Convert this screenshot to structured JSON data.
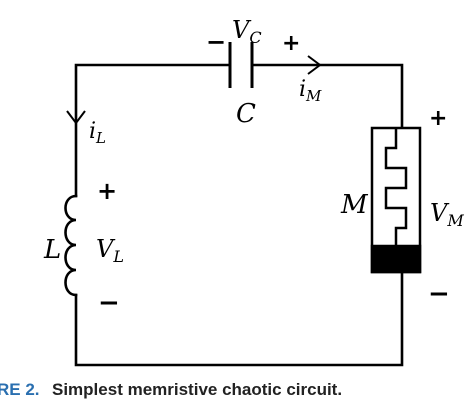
{
  "diagram": {
    "capacitor": {
      "label": "C",
      "voltage": "V",
      "voltage_sub": "C",
      "minus": "−",
      "plus": "+"
    },
    "memristor": {
      "label": "M",
      "voltage": "V",
      "voltage_sub": "M",
      "plus": "+",
      "minus": "−",
      "current": "i",
      "current_sub": "M"
    },
    "inductor": {
      "label": "L",
      "voltage": "V",
      "voltage_sub": "L",
      "plus": "+",
      "minus": "−",
      "current": "i",
      "current_sub": "L"
    }
  },
  "caption": {
    "number": "RE 2.",
    "text": "Simplest memristive chaotic circuit."
  }
}
